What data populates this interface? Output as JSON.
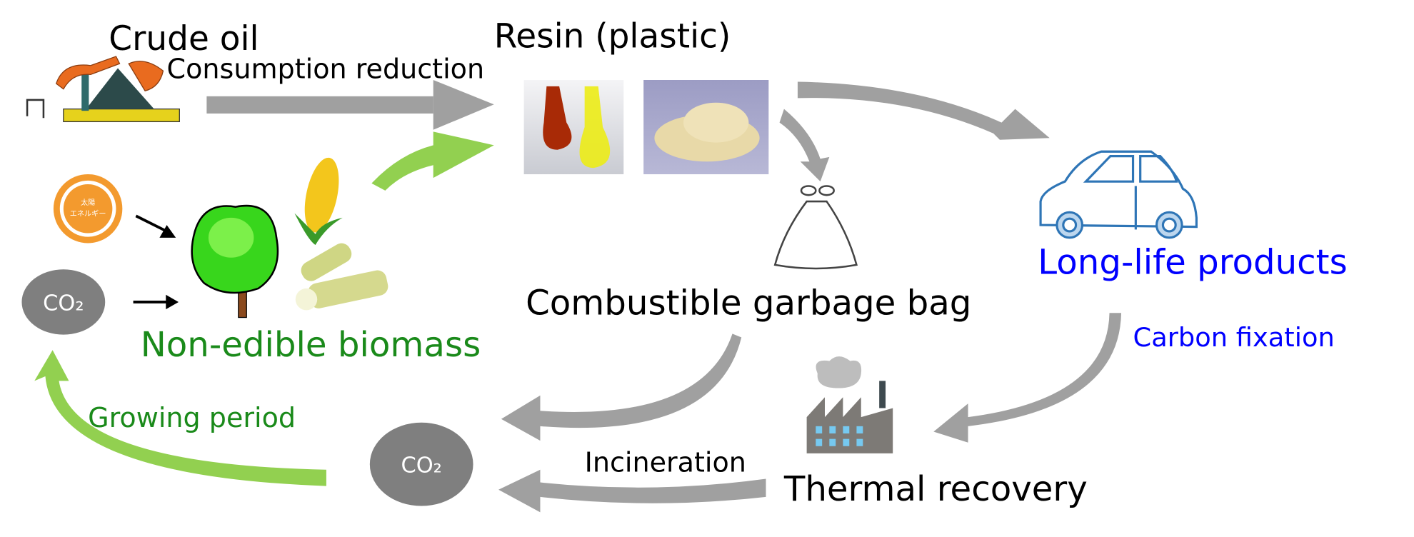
{
  "labels": {
    "crude_oil": "Crude oil",
    "resin": "Resin (plastic)",
    "consumption_reduction": "Consumption reduction",
    "non_edible_biomass": "Non-edible biomass",
    "combustible_garbage_bag": "Combustible garbage bag",
    "long_life_products": "Long-life products",
    "carbon_fixation": "Carbon fixation",
    "growing_period": "Growing period",
    "incineration": "Incineration",
    "thermal_recovery": "Thermal recovery",
    "co2_top": "CO₂",
    "co2_bottom": "CO₂",
    "sun_text": [
      "太陽",
      "エネルギー"
    ]
  },
  "colors": {
    "arrow_gray": "#a0a0a0",
    "arrow_green": "#92d050",
    "biomass_green": "#1a8a1a",
    "products_blue": "#0000ff",
    "co2_ellipse": "#7f7f7f",
    "car_blue": "#2e75b6",
    "sun_orange": "#f39a2e"
  },
  "icons": [
    "oil-pump-icon",
    "flask-photo",
    "resin-pellets-photo",
    "sun-icon",
    "tree-icon",
    "corn-icon",
    "sugarcane-icon",
    "garbage-bag-icon",
    "car-icon",
    "factory-icon"
  ]
}
